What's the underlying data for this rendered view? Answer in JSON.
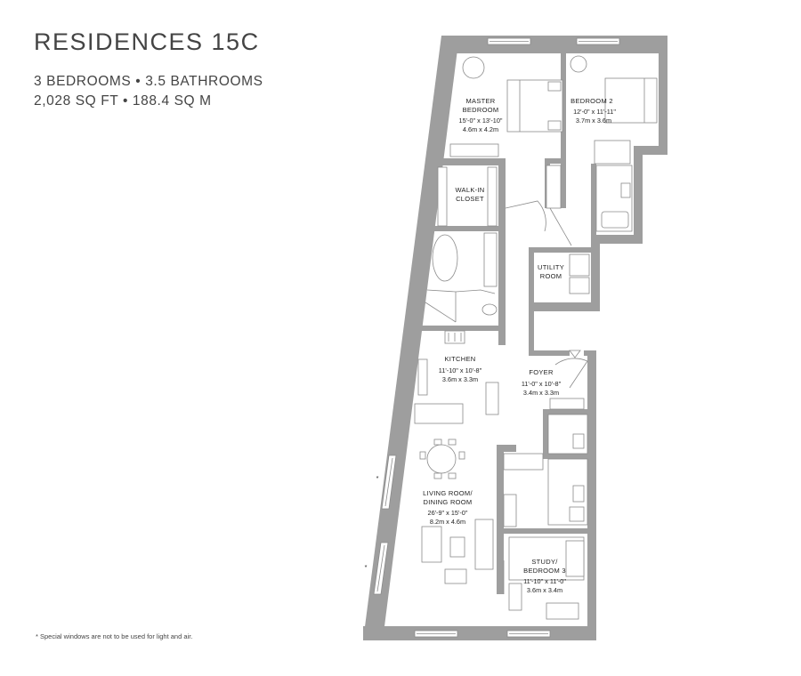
{
  "header": {
    "title": "RESIDENCES 15C",
    "line1": "3 BEDROOMS • 3.5 BATHROOMS",
    "line2": "2,028 SQ FT • 188.4 SQ M"
  },
  "footnote": "* Special windows are not to be used for light and air.",
  "markers": {
    "asterisk": "*"
  },
  "rooms": {
    "master": {
      "name1": "MASTER",
      "name2": "BEDROOM",
      "dim_ft": "15'-0\" x 13'-10\"",
      "dim_m": "4.6m x 4.2m"
    },
    "bedroom2": {
      "name": "BEDROOM 2",
      "dim_ft": "12'-0\" x 11'-11\"",
      "dim_m": "3.7m x 3.6m"
    },
    "closet": {
      "name1": "WALK-IN",
      "name2": "CLOSET"
    },
    "utility": {
      "name1": "UTILITY",
      "name2": "ROOM"
    },
    "kitchen": {
      "name": "KITCHEN",
      "dim_ft": "11'-10\" x 10'-8\"",
      "dim_m": "3.6m x 3.3m"
    },
    "foyer": {
      "name": "FOYER",
      "dim_ft": "11'-0\" x 10'-8\"",
      "dim_m": "3.4m x 3.3m"
    },
    "living": {
      "name1": "LIVING ROOM/",
      "name2": "DINING ROOM",
      "dim_ft": "26'-9\" x 15'-0\"",
      "dim_m": "8.2m x 4.6m"
    },
    "study": {
      "name1": "STUDY/",
      "name2": "BEDROOM 3",
      "dim_ft": "11'-10\" x 11'-0\"",
      "dim_m": "3.6m x 3.4m"
    }
  }
}
